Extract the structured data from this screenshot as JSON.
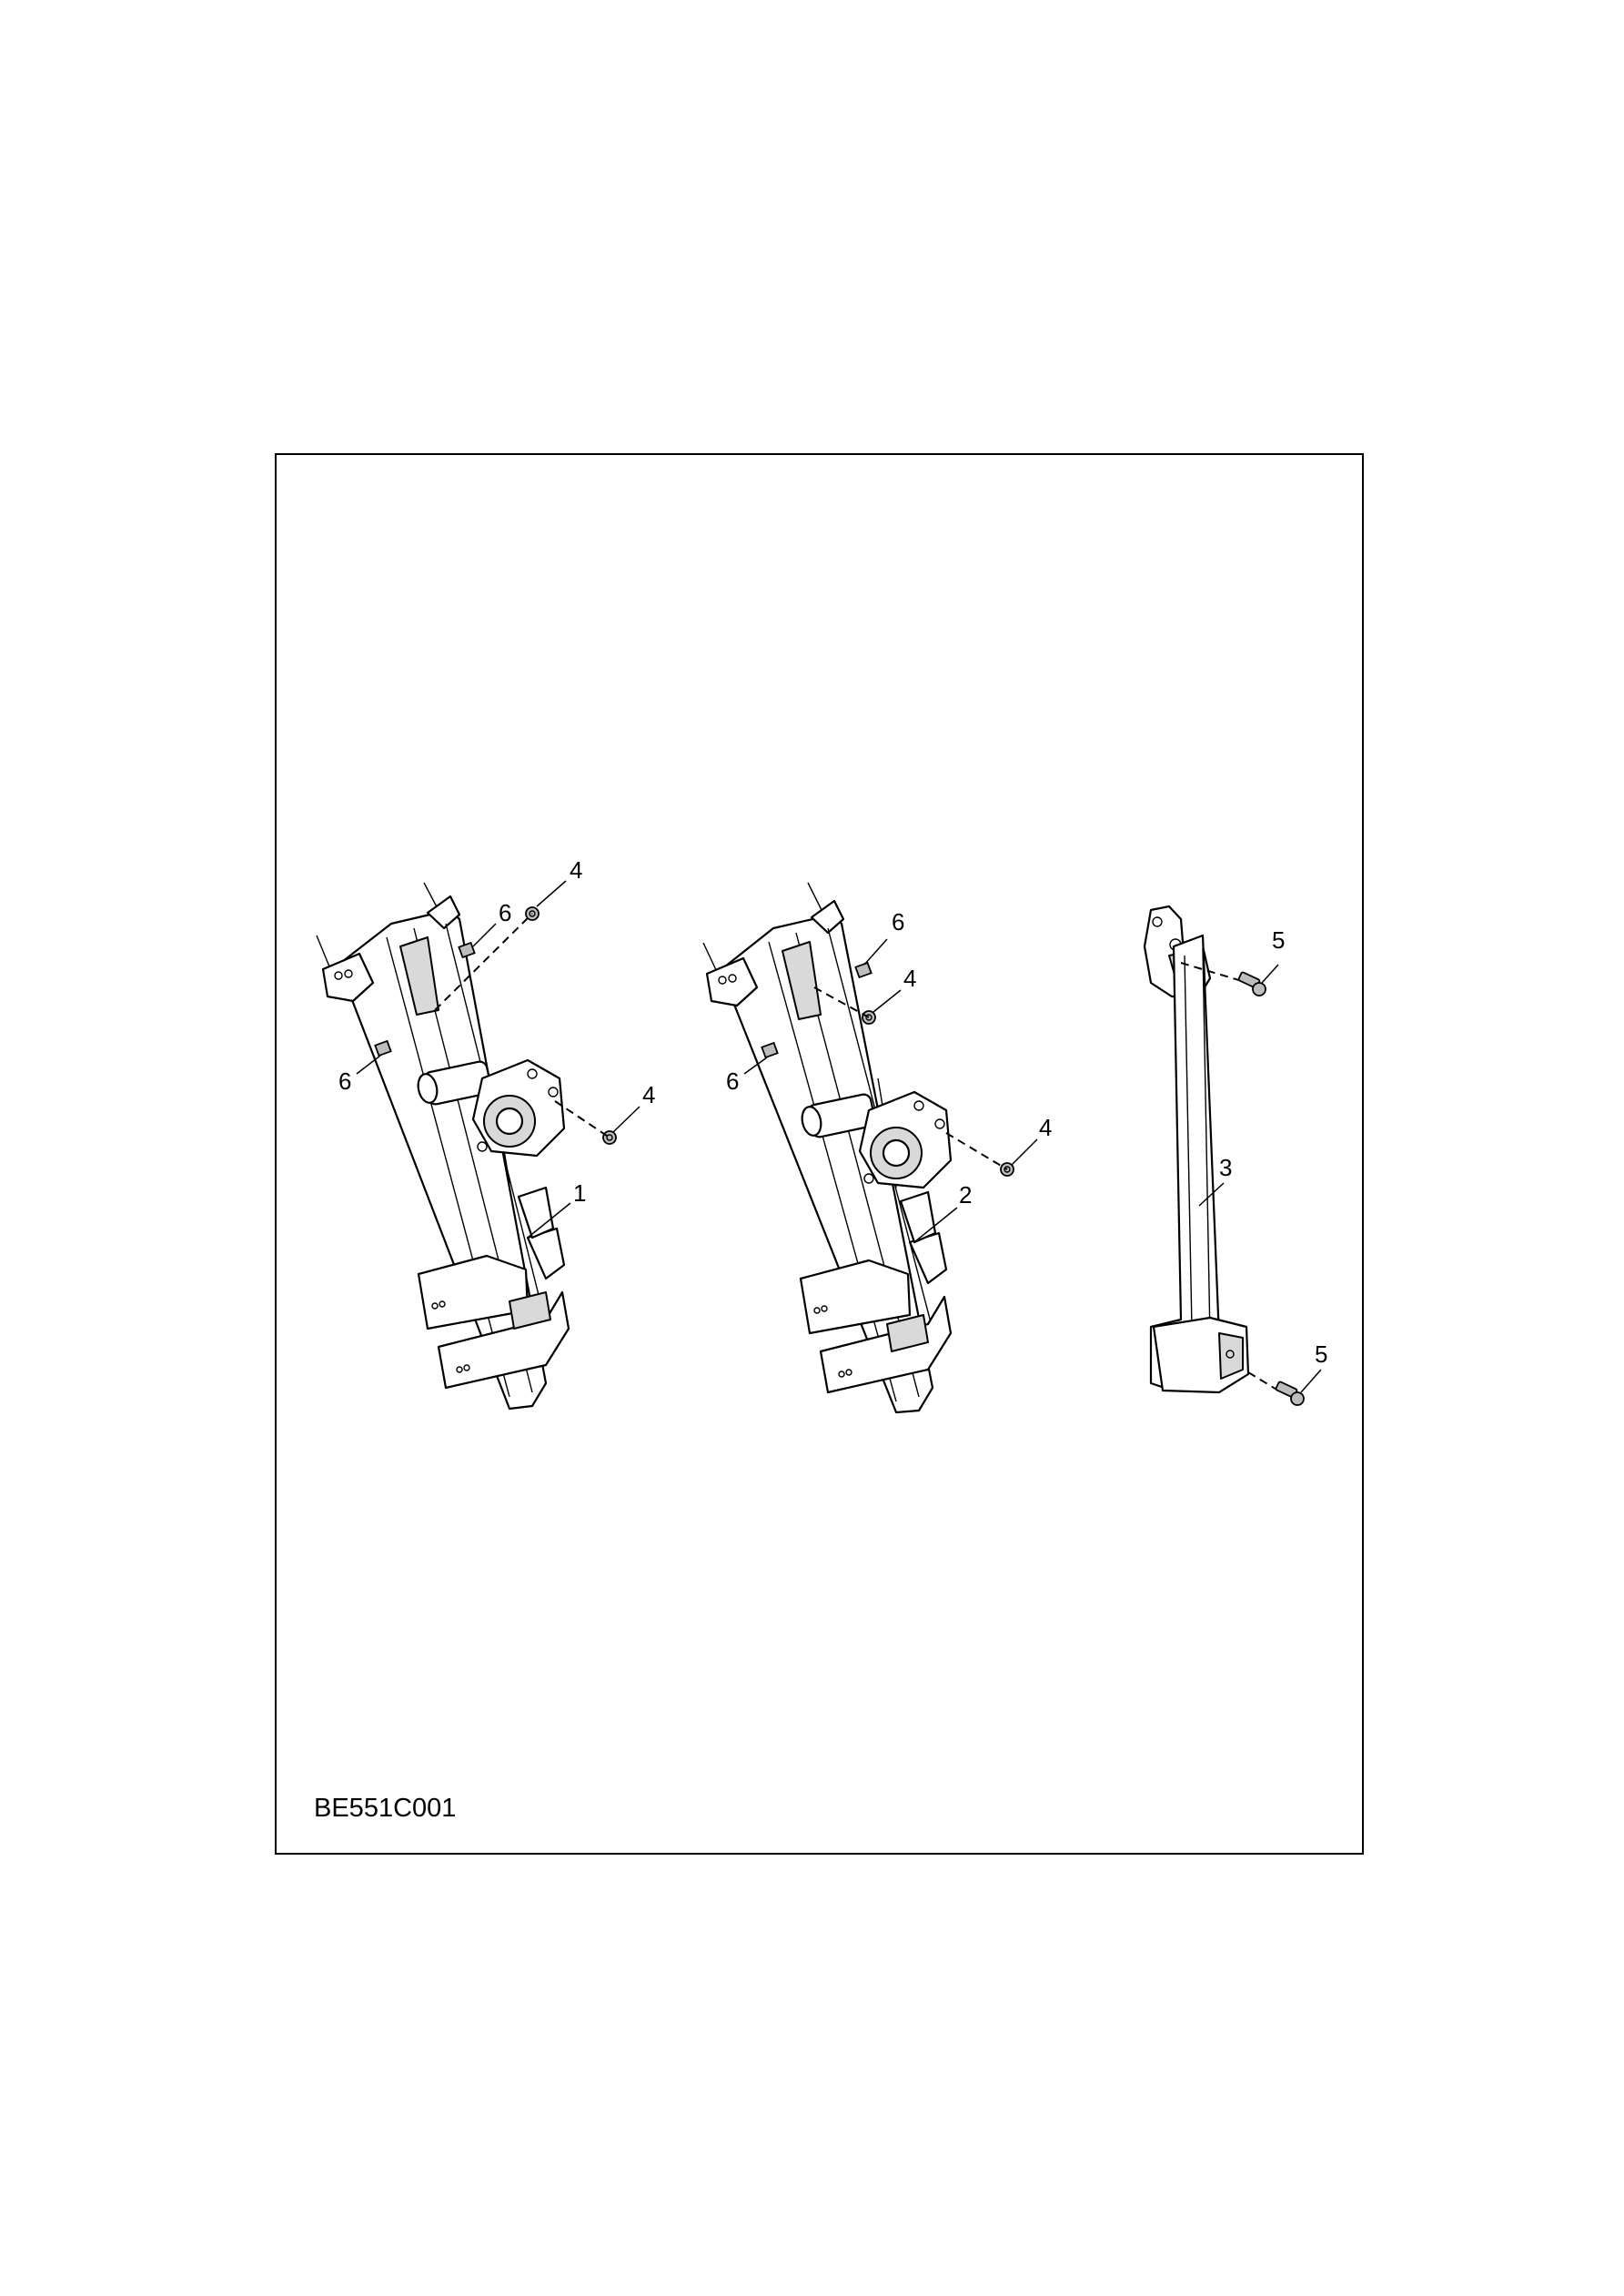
{
  "figure": {
    "code": "BE551C001"
  },
  "callouts": {
    "reg1_part": "1",
    "reg1_nut_top": "4",
    "reg1_nut_bottom": "4",
    "reg1_bolt_top": "6",
    "reg1_bolt_left": "6",
    "reg2_part": "2",
    "reg2_nut_top": "4",
    "reg2_nut_bottom": "4",
    "reg2_bolt_top": "6",
    "reg2_bolt_left": "6",
    "rail_part": "3",
    "rail_bolt_top": "5",
    "rail_bolt_bottom": "5"
  }
}
